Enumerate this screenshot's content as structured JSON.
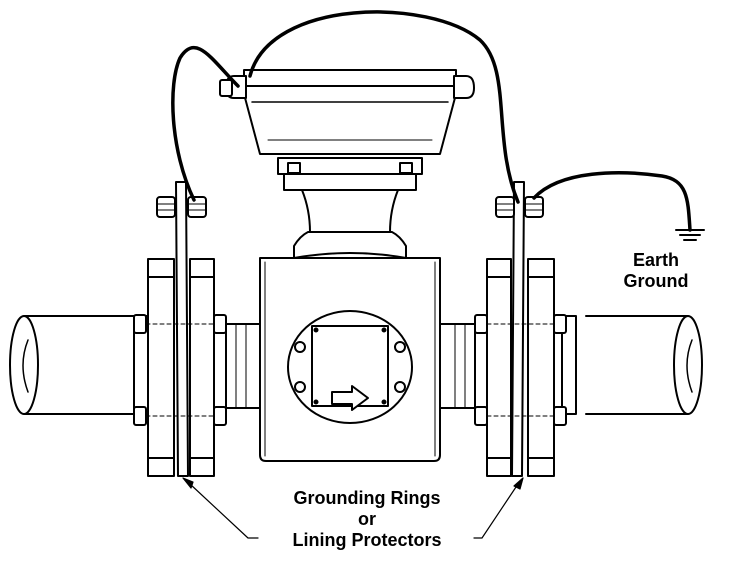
{
  "labels": {
    "earth_line1": "Earth",
    "earth_line2": "Ground",
    "rings_line1": "Grounding Rings",
    "rings_line2": "or",
    "rings_line3": "Lining Protectors"
  },
  "colors": {
    "stroke": "#000000",
    "background": "#ffffff",
    "hatch": "#555555"
  },
  "icons": [
    "ground-symbol-icon",
    "flow-direction-arrow-icon"
  ]
}
